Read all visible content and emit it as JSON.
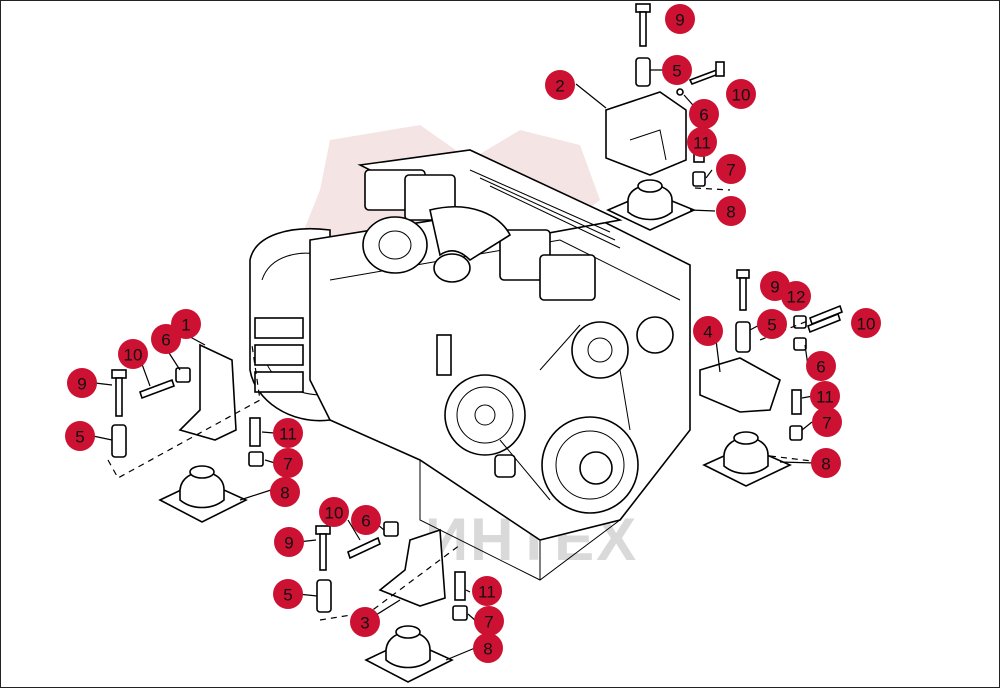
{
  "watermark": {
    "text": "ИНТЕХ",
    "logo_color": "#e8c3c3"
  },
  "callout_color": "#cc1133",
  "callouts": [
    {
      "label": "9"
    },
    {
      "label": "5"
    },
    {
      "label": "10"
    },
    {
      "label": "2"
    },
    {
      "label": "6"
    },
    {
      "label": "11"
    },
    {
      "label": "7"
    },
    {
      "label": "8"
    },
    {
      "label": "9"
    },
    {
      "label": "12"
    },
    {
      "label": "10"
    },
    {
      "label": "4"
    },
    {
      "label": "5"
    },
    {
      "label": "6"
    },
    {
      "label": "11"
    },
    {
      "label": "7"
    },
    {
      "label": "8"
    },
    {
      "label": "1"
    },
    {
      "label": "6"
    },
    {
      "label": "10"
    },
    {
      "label": "9"
    },
    {
      "label": "5"
    },
    {
      "label": "11"
    },
    {
      "label": "7"
    },
    {
      "label": "8"
    },
    {
      "label": "10"
    },
    {
      "label": "6"
    },
    {
      "label": "9"
    },
    {
      "label": "5"
    },
    {
      "label": "3"
    },
    {
      "label": "11"
    },
    {
      "label": "7"
    },
    {
      "label": "8"
    }
  ]
}
